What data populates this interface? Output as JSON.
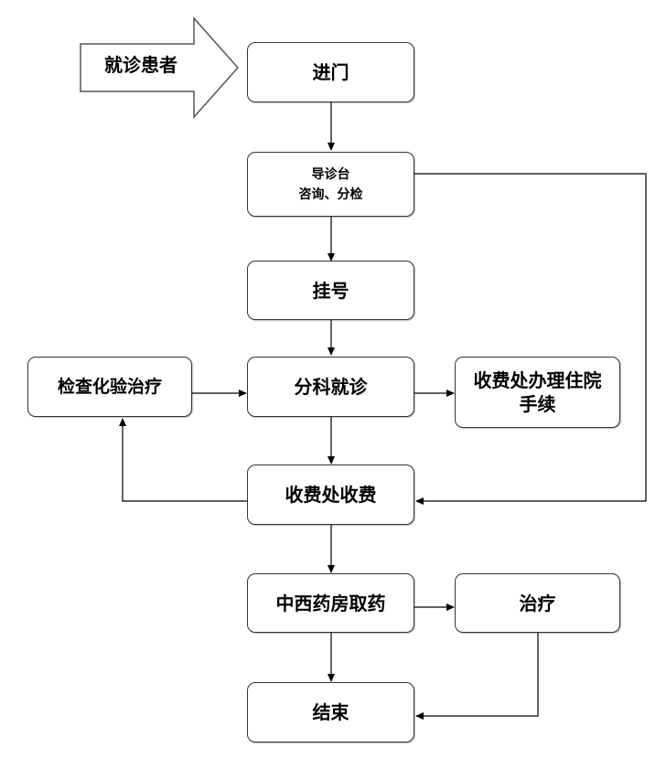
{
  "entry": {
    "label": "就诊患者"
  },
  "nodes": {
    "enter": {
      "label": "进门"
    },
    "guide": {
      "line1": "导诊台",
      "line2": "咨询、分检"
    },
    "register": {
      "label": "挂号"
    },
    "consult": {
      "label": "分科就诊"
    },
    "exam": {
      "label": "检查化验治疗"
    },
    "inpatient": {
      "line1": "收费处办理住院",
      "line2": "手续"
    },
    "cashier": {
      "label": "收费处收费"
    },
    "pharmacy": {
      "label": "中西药房取药"
    },
    "treatment": {
      "label": "治疗"
    },
    "end": {
      "label": "结束"
    }
  },
  "colors": {
    "line": "#000000",
    "border": "#333333",
    "background": "#ffffff"
  }
}
